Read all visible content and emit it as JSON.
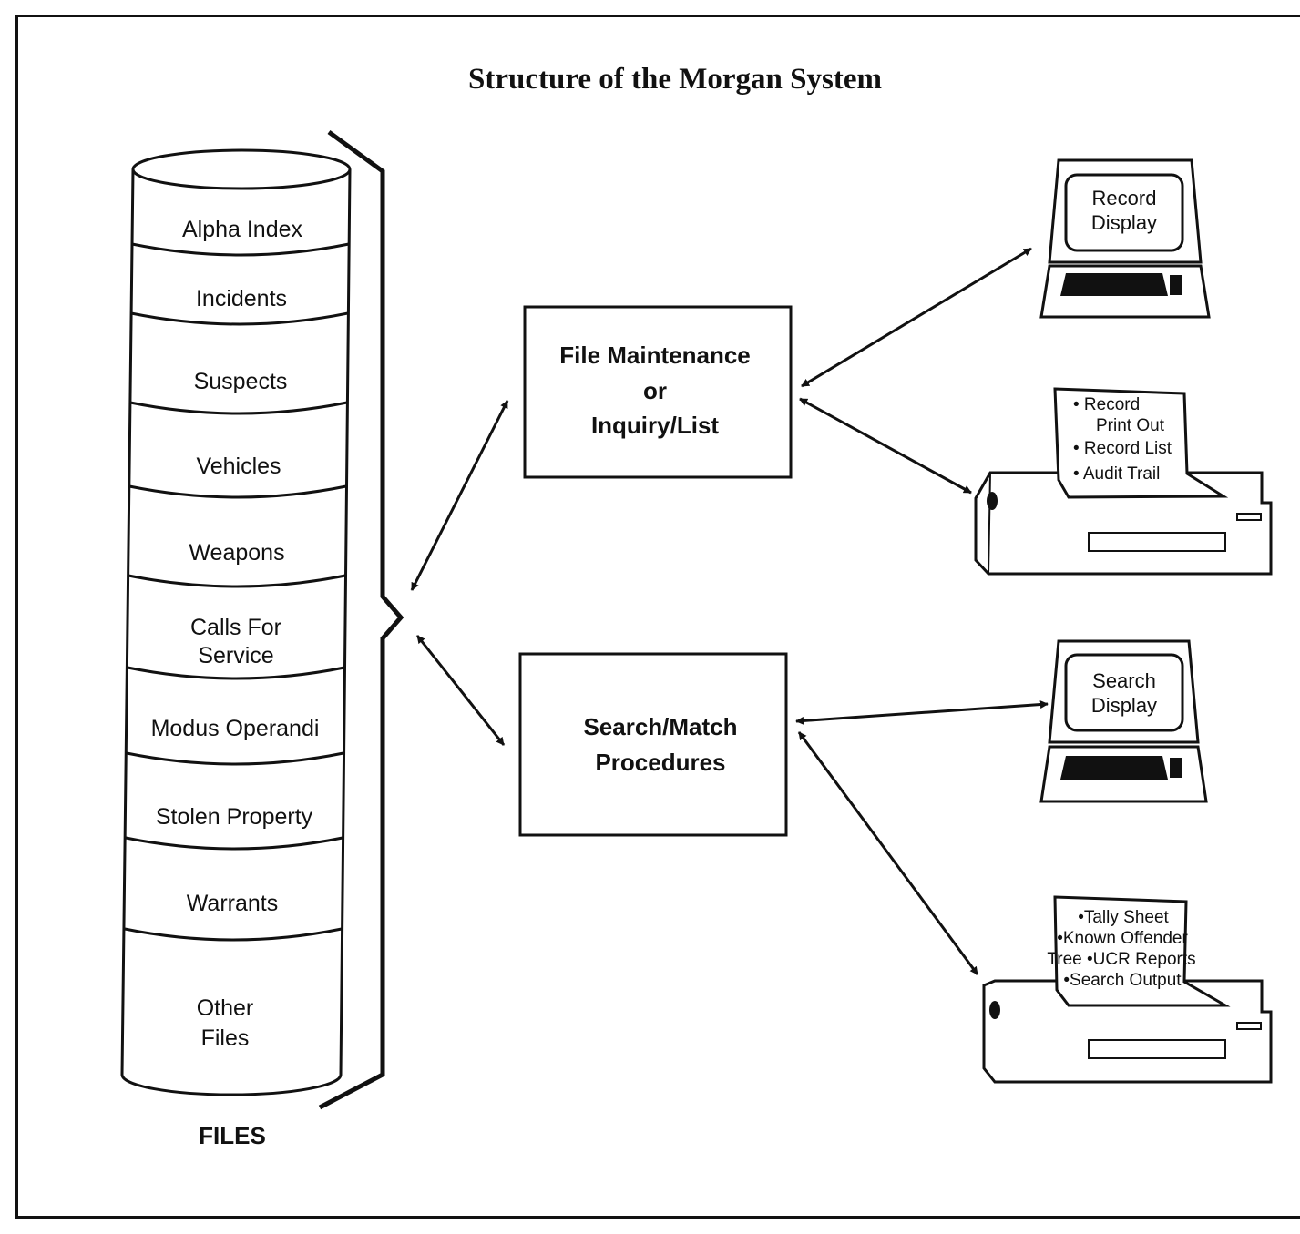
{
  "title": "Structure of the Morgan System",
  "files": {
    "segments": [
      "Alpha Index",
      "Incidents",
      "Suspects",
      "Vehicles",
      "Weapons",
      "Calls For Service",
      "Modus Operandi",
      "Stolen Property",
      "Warrants",
      "Other Files"
    ],
    "caption": "FILES"
  },
  "boxes": {
    "file_maintenance": [
      "File Maintenance",
      "or",
      "Inquiry/List"
    ],
    "search_match": [
      "Search/Match",
      "Procedures"
    ]
  },
  "terminals": {
    "record_display": [
      "Record",
      "Display"
    ],
    "search_display": [
      "Search",
      "Display"
    ]
  },
  "printers": {
    "record_printer": [
      "• Record",
      "Print Out",
      "• Record List",
      "• Audit Trail"
    ],
    "search_printer": [
      "•Tally Sheet",
      "•Known Offender",
      "Tree •UCR Reports",
      "•Search Output"
    ]
  }
}
